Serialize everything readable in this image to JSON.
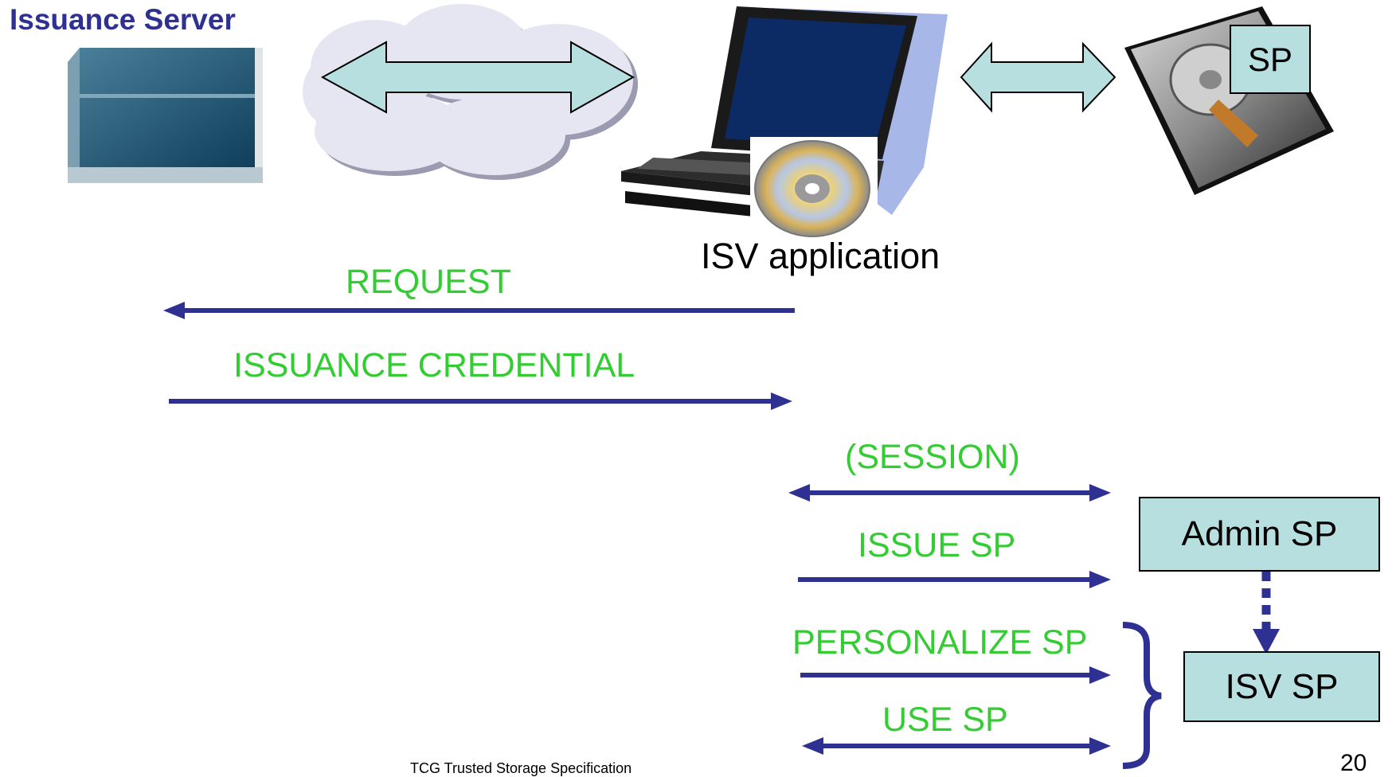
{
  "header": {
    "title": "Issuance Server"
  },
  "devices": {
    "application_label": "ISV application",
    "disk_sp_label": "SP"
  },
  "messages": {
    "request": "REQUEST",
    "issuance_credential": "ISSUANCE CREDENTIAL",
    "session": "(SESSION)",
    "issue_sp": "ISSUE SP",
    "personalize_sp": "PERSONALIZE SP",
    "use_sp": "USE SP"
  },
  "sp_boxes": {
    "admin_sp": "Admin SP",
    "isv_sp": "ISV SP"
  },
  "footer": {
    "spec_title": "TCG Trusted Storage Specification",
    "page_number": "20"
  },
  "colors": {
    "title": "#2e3192",
    "arrow": "#2e3192",
    "message_text": "#33cc33",
    "box_fill": "#b7dfe0",
    "cloud_fill": "#e6e6f2"
  },
  "icons": [
    "server-icon",
    "cloud-icon",
    "laptop-icon",
    "cd-icon",
    "hard-disk-icon"
  ]
}
